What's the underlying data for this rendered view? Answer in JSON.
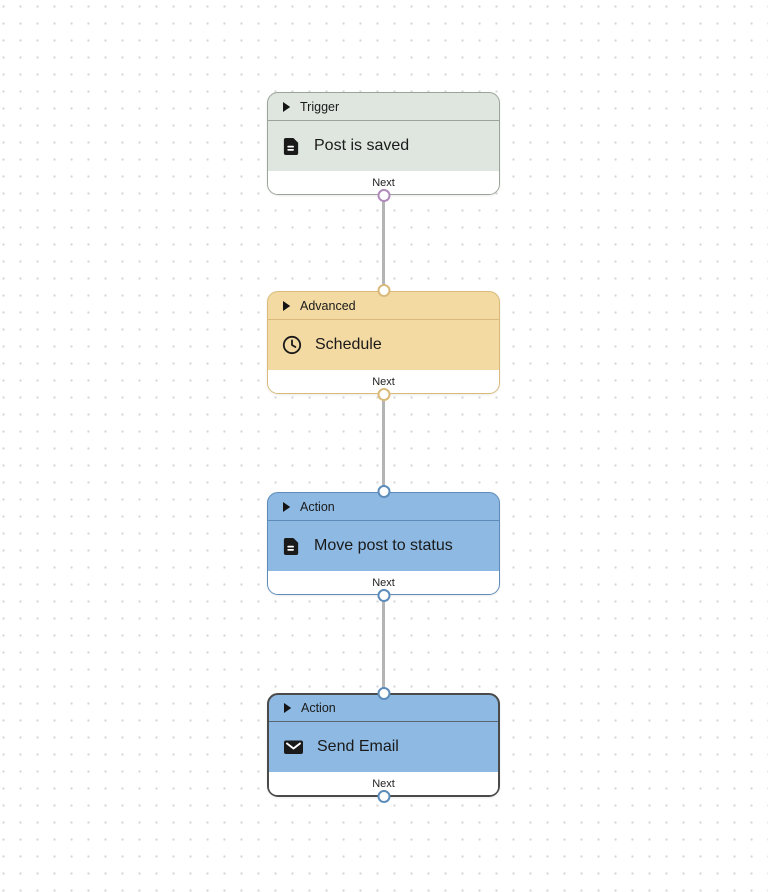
{
  "canvas": {
    "dot_color": "#d6d6d6",
    "edge_color": "#b4b4b4"
  },
  "edges": [
    {
      "from": "trigger-post-is-saved",
      "to": "advanced-schedule"
    },
    {
      "from": "advanced-schedule",
      "to": "action-move-post-to-status"
    },
    {
      "from": "action-move-post-to-status",
      "to": "action-send-email"
    }
  ],
  "nodes": [
    {
      "id": "trigger-post-is-saved",
      "category": "Trigger",
      "title": "Post is saved",
      "icon": "document-icon",
      "footer_label": "Next",
      "fill": "#dfe6df",
      "border": "#9ba49b",
      "divider": "#9ba49b",
      "port_color": "#b18bba",
      "has_input": false,
      "selected": false
    },
    {
      "id": "advanced-schedule",
      "category": "Advanced",
      "title": "Schedule",
      "icon": "clock-icon",
      "footer_label": "Next",
      "fill": "#f3d9a2",
      "border": "#d9ba7b",
      "divider": "#d9ba7b",
      "port_color": "#d9ba7b",
      "has_input": true,
      "selected": false
    },
    {
      "id": "action-move-post-to-status",
      "category": "Action",
      "title": "Move post to status",
      "icon": "document-icon",
      "footer_label": "Next",
      "fill": "#8db9e2",
      "border": "#5d8cba",
      "divider": "#5d8cba",
      "port_color": "#5d8cba",
      "has_input": true,
      "selected": false
    },
    {
      "id": "action-send-email",
      "category": "Action",
      "title": "Send Email",
      "icon": "envelope-icon",
      "footer_label": "Next",
      "fill": "#8db9e2",
      "border": "#4a4a4a",
      "divider": "#5a6672",
      "port_color": "#5d8cba",
      "has_input": true,
      "selected": true
    }
  ]
}
